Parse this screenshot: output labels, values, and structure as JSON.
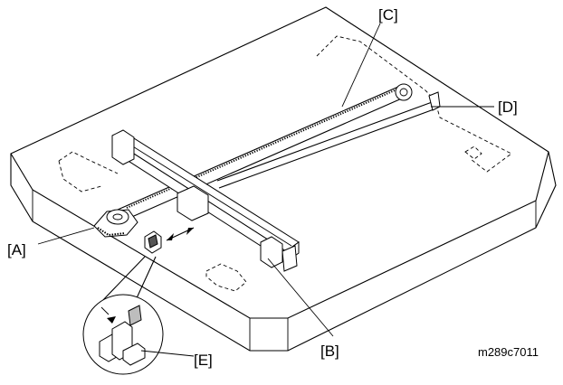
{
  "labels": {
    "a": "[A]",
    "b": "[B]",
    "c": "[C]",
    "d": "[D]",
    "e": "[E]"
  },
  "figure_id": "m289c7011"
}
